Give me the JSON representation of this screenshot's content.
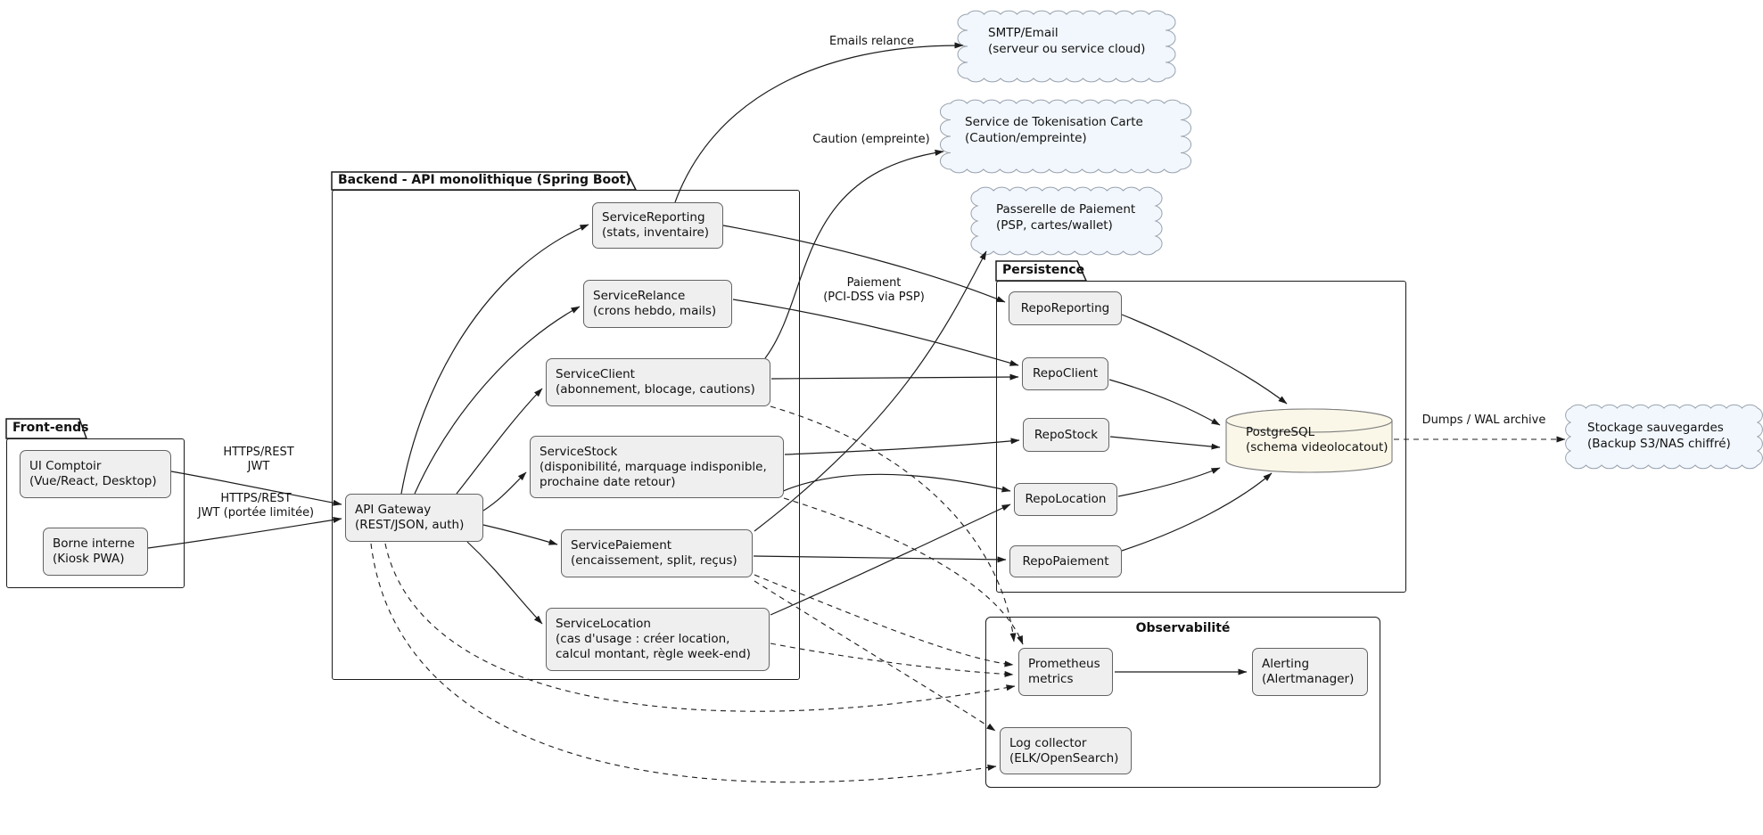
{
  "diagram": {
    "packages": {
      "frontends": {
        "title": "Front-ends"
      },
      "backend": {
        "title": "Backend - API monolithique (Spring Boot)"
      },
      "persistence": {
        "title": "Persistence"
      },
      "observability": {
        "title": "Observabilité"
      }
    },
    "nodes": {
      "ui_comptoir": {
        "label": "UI Comptoir\n(Vue/React, Desktop)"
      },
      "borne_interne": {
        "label": "Borne interne\n(Kiosk PWA)"
      },
      "api_gateway": {
        "label": "API Gateway\n(REST/JSON, auth)"
      },
      "service_reporting": {
        "label": "ServiceReporting\n(stats, inventaire)"
      },
      "service_relance": {
        "label": "ServiceRelance\n(crons hebdo, mails)"
      },
      "service_client": {
        "label": "ServiceClient\n(abonnement, blocage, cautions)"
      },
      "service_stock": {
        "label": "ServiceStock\n(disponibilité, marquage indisponible,\nprochaine date retour)"
      },
      "service_paiement": {
        "label": "ServicePaiement\n(encaissement, split, reçus)"
      },
      "service_location": {
        "label": "ServiceLocation\n(cas d'usage : créer location,\ncalcul montant, règle week-end)"
      },
      "repo_reporting": {
        "label": "RepoReporting"
      },
      "repo_client": {
        "label": "RepoClient"
      },
      "repo_stock": {
        "label": "RepoStock"
      },
      "repo_location": {
        "label": "RepoLocation"
      },
      "repo_paiement": {
        "label": "RepoPaiement"
      },
      "postgresql": {
        "label": "PostgreSQL\n(schema videolocatout)"
      },
      "prometheus": {
        "label": "Prometheus\nmetrics"
      },
      "alerting": {
        "label": "Alerting\n(Alertmanager)"
      },
      "log_collector": {
        "label": "Log collector\n(ELK/OpenSearch)"
      },
      "smtp": {
        "label": "SMTP/Email\n(serveur ou service cloud)"
      },
      "tokenisation": {
        "label": "Service de Tokenisation Carte\n(Caution/empreinte)"
      },
      "psp": {
        "label": "Passerelle de Paiement\n(PSP, cartes/wallet)"
      },
      "backup": {
        "label": "Stockage sauvegardes\n(Backup S3/NAS chiffré)"
      }
    },
    "edges": [
      {
        "from": "ui_comptoir",
        "to": "api_gateway",
        "label": "HTTPS/REST\nJWT",
        "style": "solid"
      },
      {
        "from": "borne_interne",
        "to": "api_gateway",
        "label": "HTTPS/REST\nJWT (portée limitée)",
        "style": "solid"
      },
      {
        "from": "api_gateway",
        "to": "service_reporting",
        "label": "",
        "style": "solid"
      },
      {
        "from": "api_gateway",
        "to": "service_relance",
        "label": "",
        "style": "solid"
      },
      {
        "from": "api_gateway",
        "to": "service_client",
        "label": "",
        "style": "solid"
      },
      {
        "from": "api_gateway",
        "to": "service_stock",
        "label": "",
        "style": "solid"
      },
      {
        "from": "api_gateway",
        "to": "service_paiement",
        "label": "",
        "style": "solid"
      },
      {
        "from": "api_gateway",
        "to": "service_location",
        "label": "",
        "style": "solid"
      },
      {
        "from": "service_relance",
        "to": "smtp",
        "label": "Emails relance",
        "style": "solid"
      },
      {
        "from": "service_client",
        "to": "tokenisation",
        "label": "Caution (empreinte)",
        "style": "solid"
      },
      {
        "from": "service_paiement",
        "to": "psp",
        "label": "Paiement\n(PCI-DSS via PSP)",
        "style": "solid"
      },
      {
        "from": "service_reporting",
        "to": "repo_reporting",
        "label": "",
        "style": "solid"
      },
      {
        "from": "service_relance",
        "to": "repo_client",
        "label": "",
        "style": "solid"
      },
      {
        "from": "service_client",
        "to": "repo_client",
        "label": "",
        "style": "solid"
      },
      {
        "from": "service_stock",
        "to": "repo_stock",
        "label": "",
        "style": "solid"
      },
      {
        "from": "service_stock",
        "to": "repo_location",
        "label": "",
        "style": "solid"
      },
      {
        "from": "service_location",
        "to": "repo_location",
        "label": "",
        "style": "solid"
      },
      {
        "from": "service_paiement",
        "to": "repo_paiement",
        "label": "",
        "style": "solid"
      },
      {
        "from": "repo_reporting",
        "to": "postgresql",
        "label": "",
        "style": "solid"
      },
      {
        "from": "repo_client",
        "to": "postgresql",
        "label": "",
        "style": "solid"
      },
      {
        "from": "repo_stock",
        "to": "postgresql",
        "label": "",
        "style": "solid"
      },
      {
        "from": "repo_location",
        "to": "postgresql",
        "label": "",
        "style": "solid"
      },
      {
        "from": "repo_paiement",
        "to": "postgresql",
        "label": "",
        "style": "solid"
      },
      {
        "from": "prometheus",
        "to": "alerting",
        "label": "",
        "style": "solid"
      },
      {
        "from": "postgresql",
        "to": "backup",
        "label": "Dumps / WAL archive",
        "style": "dashed"
      },
      {
        "from": "api_gateway",
        "to": "prometheus",
        "label": "",
        "style": "dashed"
      },
      {
        "from": "api_gateway",
        "to": "log_collector",
        "label": "",
        "style": "dashed"
      },
      {
        "from": "service_client",
        "to": "prometheus",
        "label": "",
        "style": "dashed"
      },
      {
        "from": "service_stock",
        "to": "prometheus",
        "label": "",
        "style": "dashed"
      },
      {
        "from": "service_paiement",
        "to": "prometheus",
        "label": "",
        "style": "dashed"
      },
      {
        "from": "service_location",
        "to": "prometheus",
        "label": "",
        "style": "dashed"
      },
      {
        "from": "service_paiement",
        "to": "log_collector",
        "label": "",
        "style": "dashed"
      }
    ],
    "colors": {
      "node_fill": "#efefef",
      "node_border": "#636363",
      "cloud_fill": "#f2f7fd",
      "cloud_border": "#98a2ae",
      "database_fill": "#faf7e8",
      "line": "#1c1c1c",
      "package_border": "#1b1b1b"
    }
  }
}
